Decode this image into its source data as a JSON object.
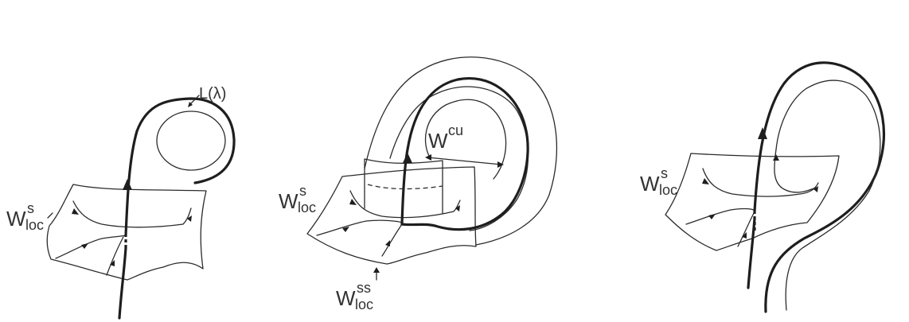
{
  "panels": [
    {
      "id": "left",
      "labels": {
        "w_stable": {
          "base": "W",
          "sup": "s",
          "sub": "loc"
        },
        "orbit": "L(λ)"
      }
    },
    {
      "id": "middle",
      "labels": {
        "w_stable": {
          "base": "W",
          "sup": "s",
          "sub": "loc"
        },
        "w_center_unstable": {
          "base": "W",
          "sup": "cu"
        },
        "w_strong_stable": {
          "base": "W",
          "sup": "ss",
          "sub": "loc"
        }
      }
    },
    {
      "id": "right",
      "labels": {
        "w_stable": {
          "base": "W",
          "sup": "s",
          "sub": "loc"
        }
      }
    }
  ],
  "colors": {
    "ink": "#1e1e1e",
    "label": "#333333",
    "background": "#ffffff"
  }
}
